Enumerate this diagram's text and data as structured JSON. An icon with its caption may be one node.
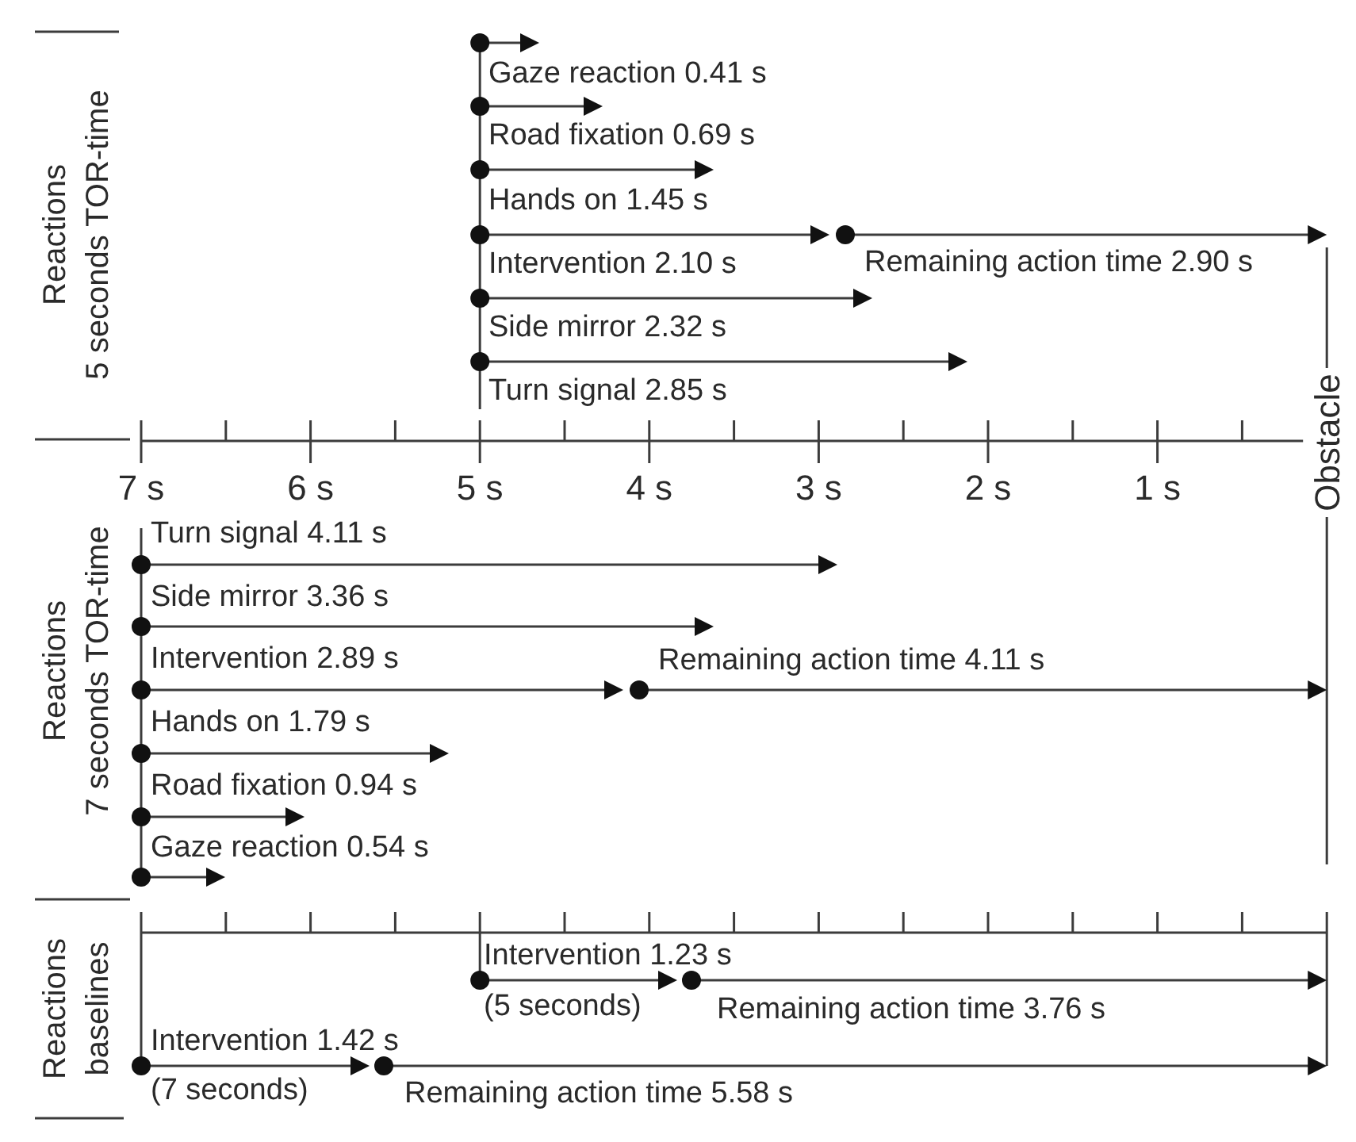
{
  "diagram": {
    "labels": [
      "Reactions 5 seconds TOR-time",
      "Gaze reaction 0.41 s",
      "Road fixation 0.69 s",
      "Hands on 1.45 s",
      "Intervention 2.10 s",
      "Remaining action time 2.90 s",
      "Side mirror 2.32 s",
      "Turn signal 2.85 s",
      "Obstacle",
      "7 s",
      "6 s",
      "5 s",
      "4 s",
      "3 s",
      "2 s",
      "1 s",
      "Reactions 7 seconds TOR-time",
      "Turn signal 4.11 s",
      "Side mirror 3.36 s",
      "Intervention 2.89 s",
      "Remaining action time 4.11 s",
      "Hands on 1.79 s",
      "Road fixation 0.94 s",
      "Gaze reaction 0.54 s",
      "Reactions baselines",
      "Intervention 1.23 s",
      "(5 seconds)",
      "Remaining action time 3.76 s",
      "Intervention 1.42 s",
      "(7 seconds)",
      "Remaining action time 5.58 s"
    ]
  }
}
